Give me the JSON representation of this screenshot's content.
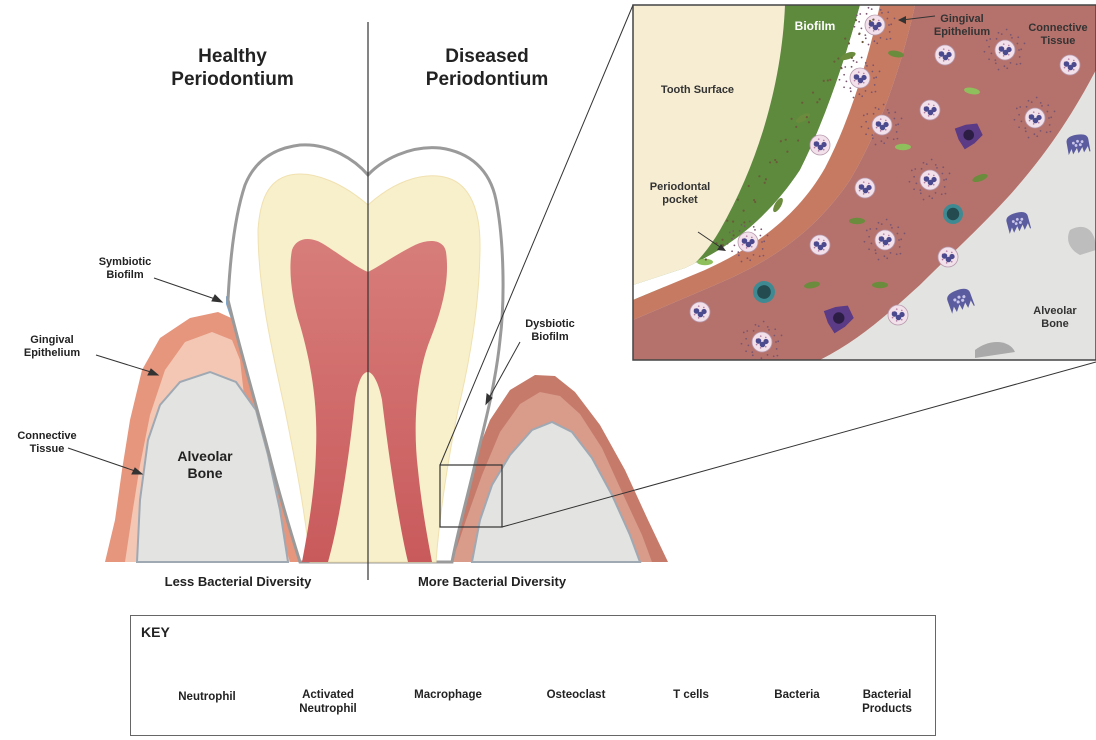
{
  "titles": {
    "healthy": [
      "Healthy",
      "Periodontium"
    ],
    "diseased": [
      "Diseased",
      "Periodontium"
    ]
  },
  "left_labels": {
    "symbiotic": [
      "Symbiotic",
      "Biofilm"
    ],
    "gingival": [
      "Gingival",
      "Epithelium"
    ],
    "connective": [
      "Connective",
      "Tissue"
    ],
    "alveolar": [
      "Alveolar",
      "Bone"
    ]
  },
  "right_labels": {
    "dysbiotic": [
      "Dysbiotic",
      "Biofilm"
    ]
  },
  "bottom_labels": {
    "less": "Less Bacterial Diversity",
    "more": "More Bacterial Diversity"
  },
  "inset_labels": {
    "biofilm": "Biofilm",
    "tooth_surface": "Tooth Surface",
    "periodontal_pocket": [
      "Periodontal",
      "pocket"
    ],
    "gingival_epithelium": [
      "Gingival",
      "Epithelium"
    ],
    "connective_tissue": [
      "Connective",
      "Tissue"
    ],
    "alveolar_bone": [
      "Alveolar",
      "Bone"
    ]
  },
  "key": {
    "title": "KEY",
    "items": [
      {
        "icon": "neutrophil",
        "label": [
          "Neutrophil"
        ]
      },
      {
        "icon": "activated-neutrophil",
        "label": [
          "Activated",
          "Neutrophil"
        ]
      },
      {
        "icon": "macrophage",
        "label": [
          "Macrophage"
        ]
      },
      {
        "icon": "osteoclast",
        "label": [
          "Osteoclast"
        ]
      },
      {
        "icon": "t-cell",
        "label": [
          "T cells"
        ]
      },
      {
        "icon": "bacteria",
        "label": [
          "Bacteria"
        ]
      },
      {
        "icon": "bacterial-products",
        "label": [
          "Bacterial",
          "Products"
        ]
      }
    ]
  },
  "colors": {
    "gingiva_outer": "#e5967d",
    "gingiva_inner": "#f3c7b4",
    "bone": "#e3e3e1",
    "enamel_outline": "#9a9a9a",
    "dentin": "#f8efcb",
    "pulp": "#cf6a6a",
    "symbiotic_biofilm": "#7aa6cf",
    "dysbiotic_biofilm": "#5e7d3f",
    "inset_tissue": "#b5726c",
    "tooth_surface": "#f6edd2",
    "neutrophil": "#f2e0ea",
    "nucleus": "#4b4a8e",
    "macrophage": "#5b3a86",
    "osteoclast": "#5b5ba0",
    "t_cell": "#3f8a92",
    "bacteria": "#6a8c3c"
  }
}
